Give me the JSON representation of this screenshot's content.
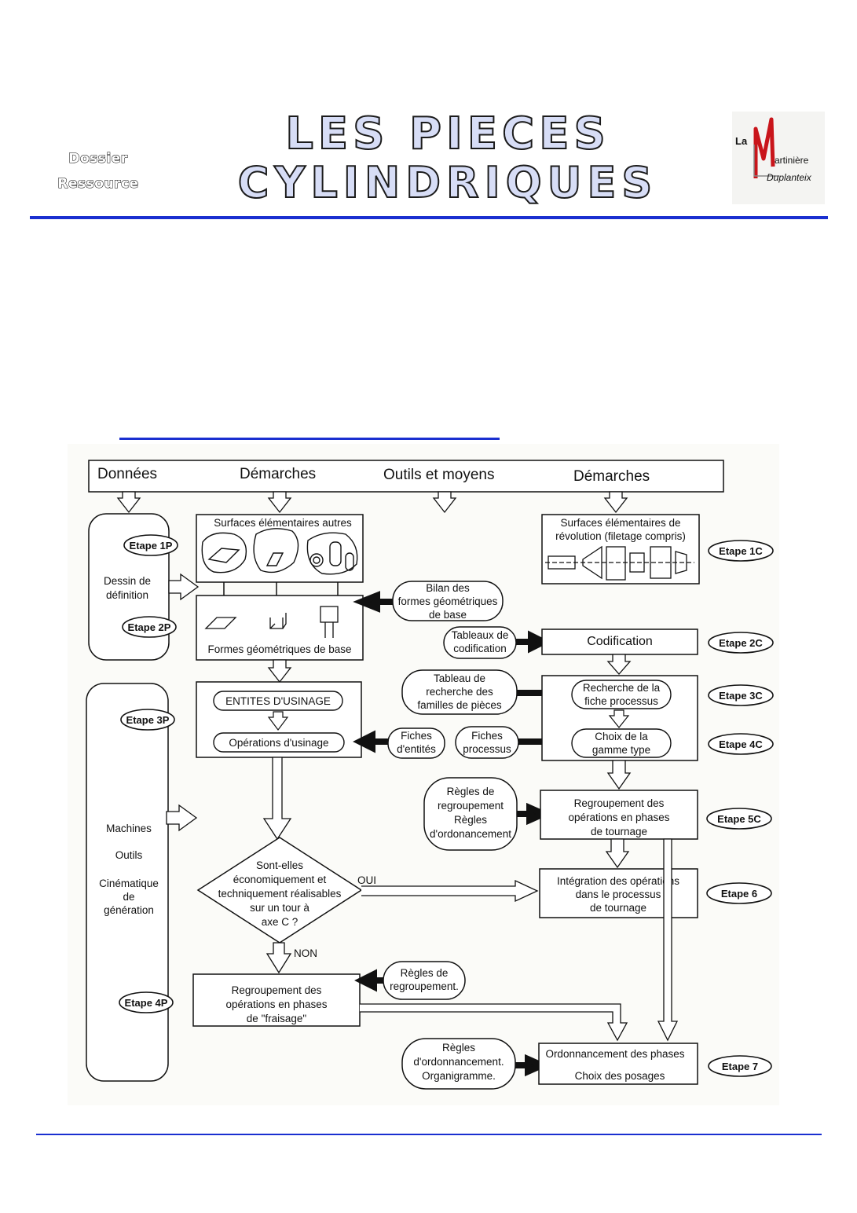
{
  "header": {
    "left_label": [
      "Dossier",
      "Ressource"
    ],
    "title_line1": "LES PIECES",
    "title_line2": "CYLINDRIQUES",
    "logo": {
      "icon": "la-martiniere-logo",
      "text_la": "La",
      "text_martiniere": "artinière",
      "text_signature": "Duplanteix"
    },
    "accent_color": "#1a2fd0"
  },
  "diagram": {
    "columns": [
      "Données",
      "Démarches",
      "Outils et moyens",
      "Démarches"
    ],
    "left_upper": [
      "Dessin de",
      "définition"
    ],
    "left_lower": [
      "Machines",
      "Outils",
      "Cinématique",
      "de",
      "génération"
    ],
    "box_surfaces_autres": "Surfaces élémentaires autres",
    "box_formes_base": "Formes géométriques de base",
    "box_surfaces_revolution": [
      "Surfaces élémentaires de",
      "révolution (filetage compris)"
    ],
    "bilan": [
      "Bilan des",
      "formes géométriques",
      "de base"
    ],
    "tableaux_codif": [
      "Tableaux de",
      "codification"
    ],
    "codification": "Codification",
    "tableau_recherche": [
      "Tableau de",
      "recherche des",
      "familles de pièces"
    ],
    "recherche_fiche": [
      "Recherche de la",
      "fiche processus"
    ],
    "entites": "ENTITES D'USINAGE",
    "operations": "Opérations d'usinage",
    "fiches_entites": [
      "Fiches",
      "d'entités"
    ],
    "fiches_processus": [
      "Fiches",
      "processus"
    ],
    "choix_gamme": [
      "Choix de la",
      "gamme type"
    ],
    "regles_regroupement_ord": [
      "Règles de",
      "regroupement",
      "Règles",
      "d'ordonancement"
    ],
    "regroupement_tournage": [
      "Regroupement des",
      "opérations en phases",
      "de tournage"
    ],
    "decision": [
      "Sont-elles",
      "économiquement et",
      "techniquement réalisables",
      "sur un tour à",
      "axe C ?"
    ],
    "oui": "OUI",
    "non": "NON",
    "integration": [
      "Intégration des opérations",
      "dans le processus",
      "de tournage"
    ],
    "regles_regroupement": [
      "Règles de",
      "regroupement."
    ],
    "regroupement_fraisage": [
      "Regroupement des",
      "opérations en phases",
      "de \"fraisage\""
    ],
    "regles_ordonnancement": [
      "Règles",
      "d'ordonnancement.",
      "Organigramme."
    ],
    "ordonnancement": [
      "Ordonnancement des phases",
      "Choix des posages"
    ],
    "etapes": {
      "e1p": "Etape 1P",
      "e2p": "Etape 2P",
      "e3p": "Etape 3P",
      "e4p": "Etape 4P",
      "e1c": "Etape 1C",
      "e2c": "Etape 2C",
      "e3c": "Etape 3C",
      "e4c": "Etape 4C",
      "e5c": "Etape 5C",
      "e6": "Etape 6",
      "e7": "Etape 7"
    }
  }
}
